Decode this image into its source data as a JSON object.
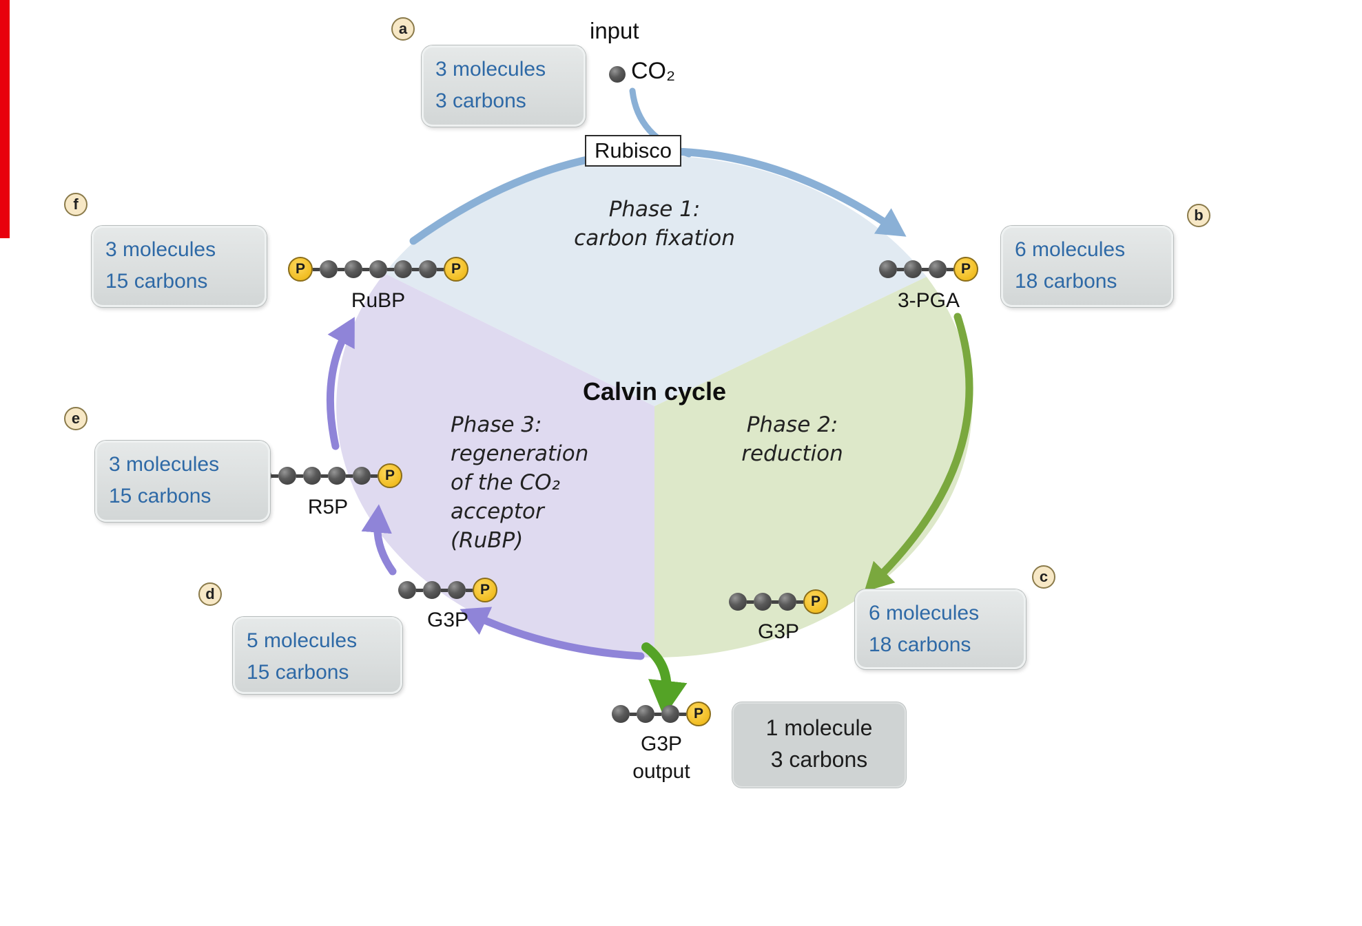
{
  "figure": {
    "input_label": "input",
    "co2_label": "CO₂",
    "rubisco_label": "Rubisco",
    "center_title": "Calvin cycle",
    "phase1_label": "Phase 1:\ncarbon fixation",
    "phase2_label": "Phase 2:\nreduction",
    "phase3_label": "Phase 3:\nregeneration\nof the CO₂\nacceptor\n(RuBP)"
  },
  "molecules": {
    "phosphate": "P",
    "rubp": "RuBP",
    "pga3": "3-PGA",
    "r5p": "R5P",
    "g3p_phase3": "G3P",
    "g3p_phase2": "G3P",
    "g3p_output": "G3P",
    "output_word": "output"
  },
  "callouts": [
    {
      "letter": "a",
      "line1": "3 molecules",
      "line2": "3 carbons"
    },
    {
      "letter": "b",
      "line1": "6 molecules",
      "line2": "18 carbons"
    },
    {
      "letter": "c",
      "line1": "6 molecules",
      "line2": "18 carbons"
    },
    {
      "letter": "d",
      "line1": "5 molecules",
      "line2": "15 carbons"
    },
    {
      "letter": "e",
      "line1": "3 molecules",
      "line2": "15 carbons"
    },
    {
      "letter": "f",
      "line1": "3 molecules",
      "line2": "15 carbons"
    }
  ],
  "output_box": {
    "line1": "1 molecule",
    "line2": "3 carbons"
  },
  "colors": {
    "phase1_fill": "#e1eaf2",
    "phase2_fill": "#dde8c9",
    "phase3_fill": "#dfdaf0",
    "arrow_blue": "#8ab0d6",
    "arrow_green": "#7aa83e",
    "arrow_output_green": "#54a326",
    "arrow_purple": "#8f84d8",
    "phosphate_yellow": "#f0bb1e",
    "callout_text_blue": "#2e69a6",
    "badge_fill": "#f7e8c6",
    "red_strip": "#e8000d"
  }
}
